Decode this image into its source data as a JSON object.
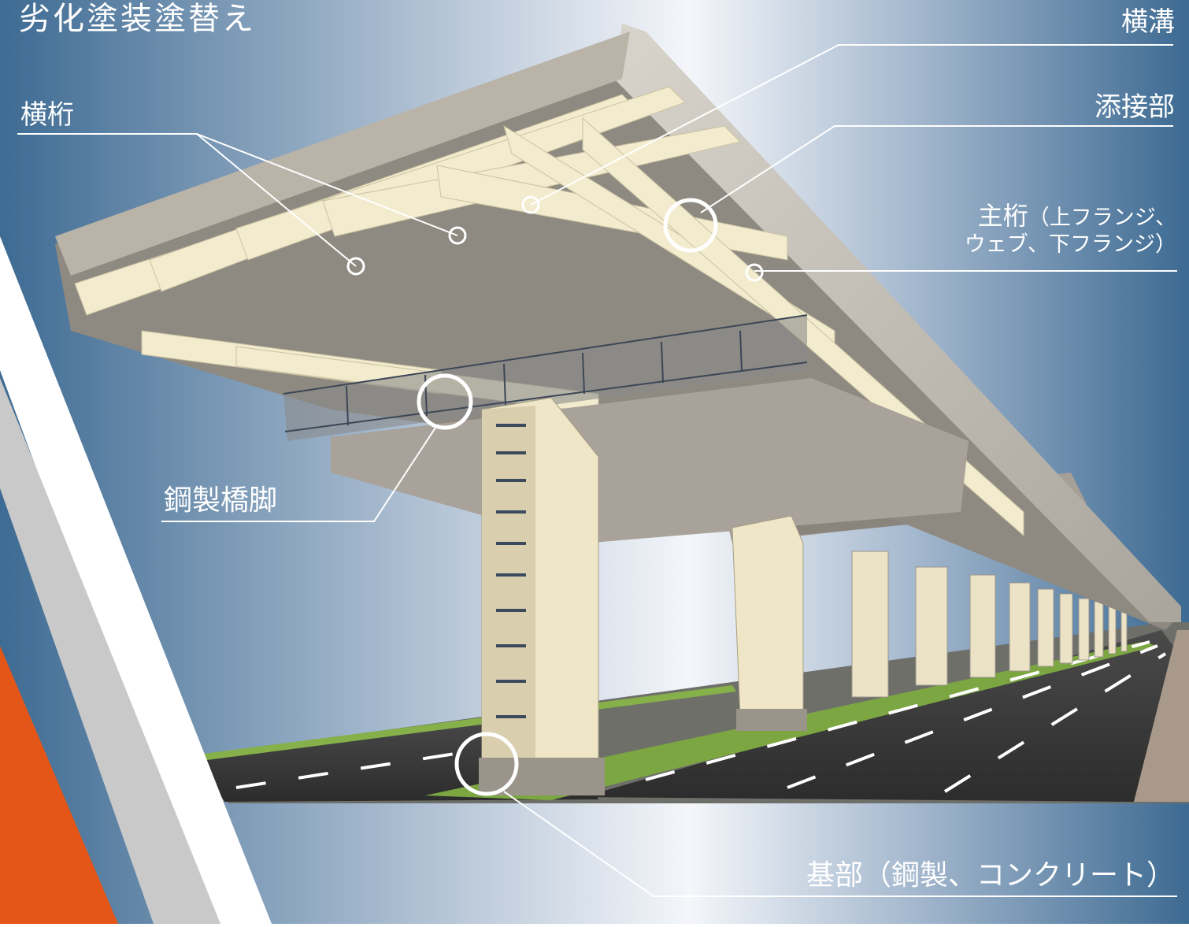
{
  "title": "劣化塗装塗替え",
  "callouts": {
    "yokomizo": "横溝",
    "yokogeta": "横桁",
    "tensetsu": "添接部",
    "shugeta_line1_main": "主桁",
    "shugeta_line1_sub": "（上フランジ、",
    "shugeta_line2": "ウェブ、下フランジ）",
    "kyakyaku": "鋼製橋脚",
    "kibu": "基部（鋼製、コンクリート）"
  },
  "colors": {
    "background_blue": "#3f6c92",
    "background_light": "#eef2f8",
    "accent_orange": "#e35618",
    "stripe_gray": "#c9c9c9",
    "leader_line": "#ffffff"
  }
}
